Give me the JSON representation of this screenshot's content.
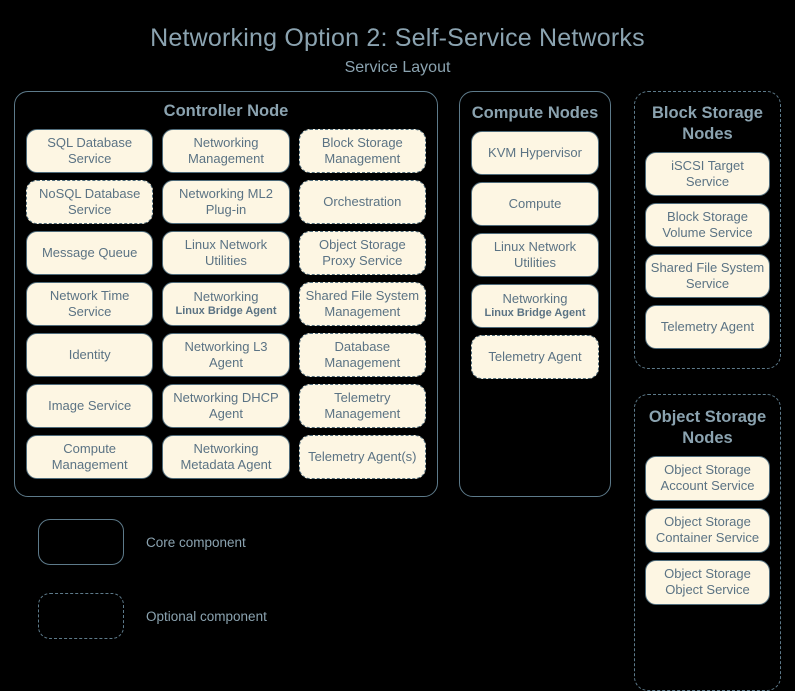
{
  "title": "Networking Option 2: Self-Service Networks",
  "subtitle": "Service Layout",
  "colors": {
    "background": "#000000",
    "box_fill": "#fdf6e3",
    "box_border": "#4f6b7a",
    "group_border": "#5d7a8a",
    "text": "#5b7384",
    "title_text": "#8ba3b0"
  },
  "groups": {
    "controller": {
      "title": "Controller Node",
      "style": "solid",
      "services": [
        {
          "label": "SQL Database Service",
          "style": "solid"
        },
        {
          "label": "Networking Management",
          "style": "solid"
        },
        {
          "label": "Block Storage Management",
          "style": "dashed"
        },
        {
          "label": "NoSQL Database Service",
          "style": "dashed"
        },
        {
          "label": "Networking ML2 Plug-in",
          "style": "solid"
        },
        {
          "label": "Orchestration",
          "style": "dashed"
        },
        {
          "label": "Message Queue",
          "style": "solid"
        },
        {
          "label": "Linux Network Utilities",
          "style": "solid"
        },
        {
          "label": "Object Storage Proxy Service",
          "style": "dashed"
        },
        {
          "label": "Network Time Service",
          "style": "solid"
        },
        {
          "label": "Networking",
          "sub": "Linux Bridge Agent",
          "style": "solid"
        },
        {
          "label": "Shared File System Management",
          "style": "dashed"
        },
        {
          "label": "Identity",
          "style": "solid"
        },
        {
          "label": "Networking L3 Agent",
          "style": "solid"
        },
        {
          "label": "Database Management",
          "style": "dashed"
        },
        {
          "label": "Image Service",
          "style": "solid"
        },
        {
          "label": "Networking DHCP Agent",
          "style": "solid"
        },
        {
          "label": "Telemetry Management",
          "style": "dashed"
        },
        {
          "label": "Compute Management",
          "style": "solid"
        },
        {
          "label": "Networking Metadata Agent",
          "style": "solid"
        },
        {
          "label": "Telemetry Agent(s)",
          "style": "dashed"
        }
      ]
    },
    "compute": {
      "title": "Compute Nodes",
      "style": "solid",
      "services": [
        {
          "label": "KVM Hypervisor",
          "style": "solid"
        },
        {
          "label": "Compute",
          "style": "solid"
        },
        {
          "label": "Linux Network Utilities",
          "style": "solid"
        },
        {
          "label": "Networking",
          "sub": "Linux Bridge Agent",
          "style": "solid"
        },
        {
          "label": "Telemetry Agent",
          "style": "dashed"
        }
      ]
    },
    "block_storage": {
      "title": "Block Storage Nodes",
      "style": "dashed",
      "services": [
        {
          "label": "iSCSI Target Service",
          "style": "solid"
        },
        {
          "label": "Block Storage Volume Service",
          "style": "solid"
        },
        {
          "label": "Shared File System Service",
          "style": "solid"
        },
        {
          "label": "Telemetry Agent",
          "style": "solid"
        }
      ]
    },
    "object_storage": {
      "title": "Object Storage Nodes",
      "style": "dashed",
      "services": [
        {
          "label": "Object Storage Account Service",
          "style": "solid"
        },
        {
          "label": "Object Storage Container Service",
          "style": "solid"
        },
        {
          "label": "Object Storage Object Service",
          "style": "solid"
        }
      ]
    }
  },
  "legend": [
    {
      "label": "Core component",
      "style": "solid"
    },
    {
      "label": "Optional component",
      "style": "dashed"
    }
  ]
}
